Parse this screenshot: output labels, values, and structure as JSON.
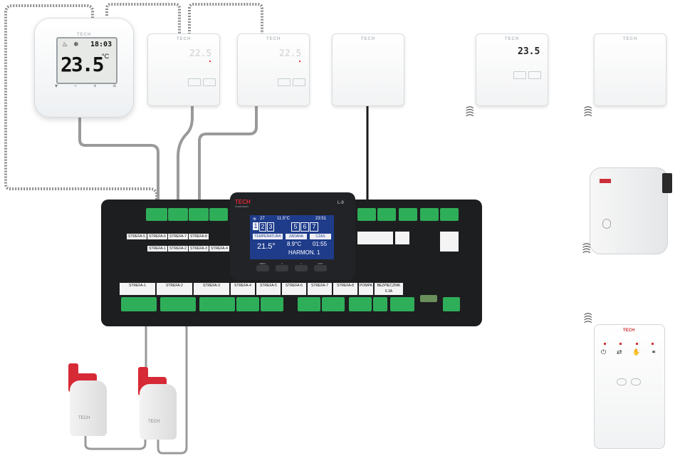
{
  "brand": {
    "tech": "TECH",
    "sterowniki": "STEROWNIKI",
    "model": "L-9"
  },
  "main_thermostat": {
    "time": "18:03",
    "temperature": "23.5",
    "unit": "°C",
    "buttons": [
      "▾",
      "−",
      "+",
      "≡"
    ]
  },
  "wired_thermostats": [
    {
      "label": "TECH",
      "temp": "22.5"
    },
    {
      "label": "TECH",
      "temp": "22.5"
    },
    {
      "label": "TECH",
      "temp": ""
    }
  ],
  "wireless_thermostats": [
    {
      "label": "TECH",
      "temp": "23.5"
    },
    {
      "label": "TECH",
      "temp": ""
    }
  ],
  "controller_screen": {
    "top_left": "27",
    "outside": "11.5°C",
    "clock": "23:51",
    "zones_left": [
      "1",
      "2",
      "3"
    ],
    "zones_right": [
      "5",
      "6",
      "7"
    ],
    "temp_label": "TEMPERATURA",
    "set_label": "ZADANA",
    "time_label": "CZAS",
    "current_temp": "21.5°",
    "set_temp": "8.9°C",
    "time_value": "01:55",
    "mode": "HARMON. 1",
    "buttons": [
      "MENU",
      "∨",
      "∧",
      "EXIT"
    ]
  },
  "zone_labels_bottom": [
    "STREFA-1",
    "STREFA-2",
    "STREFA-3",
    "STREFA-4",
    "STREFA-5",
    "STREFA-6",
    "STREFA-7",
    "STREFA-8",
    "POMPA",
    "BEZPIECZNIK 6.3A"
  ],
  "zone_labels_top": [
    "STREFA-5",
    "STREFA-6",
    "STREFA-7",
    "STREFA-8",
    "STREFA-1",
    "STREFA-2",
    "STREFA-3",
    "STREFA-4"
  ],
  "colors": {
    "terminal": "#2fae59",
    "controller": "#1d1e20",
    "screen": "#1e3c8a",
    "actuator_cap": "#d62a36",
    "led": "#d63030"
  }
}
